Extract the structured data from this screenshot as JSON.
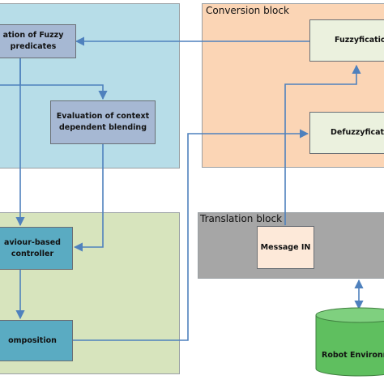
{
  "colors": {
    "fuzzy_region": "#b7dde8",
    "behaviour_region": "#d7e4bd",
    "conversion_region": "#fbd5b5",
    "translation_region": "#a6a6a6",
    "eval_node": "#a6b8d3",
    "controller_node": "#5aabc2",
    "conversion_node": "#ebf1de",
    "message_node": "#fde9d9",
    "robot_env": "#5fbf5f",
    "wire": "#4f81bd"
  },
  "regions": {
    "conversion": {
      "title": "Conversion block"
    },
    "translation": {
      "title": "Translation block"
    }
  },
  "nodes": {
    "eval_fuzzy": "ation of Fuzzy\npredicates",
    "eval_context": "Evaluation of context\ndependent blending",
    "behaviour_controller": "aviour-based\ncontroller",
    "composition": "omposition",
    "fuzzyfication": "Fuzzyficatio",
    "defuzzyfication": "Defuzzyficati",
    "message_in": "Message IN",
    "robot_environment": "Robot Environme"
  }
}
